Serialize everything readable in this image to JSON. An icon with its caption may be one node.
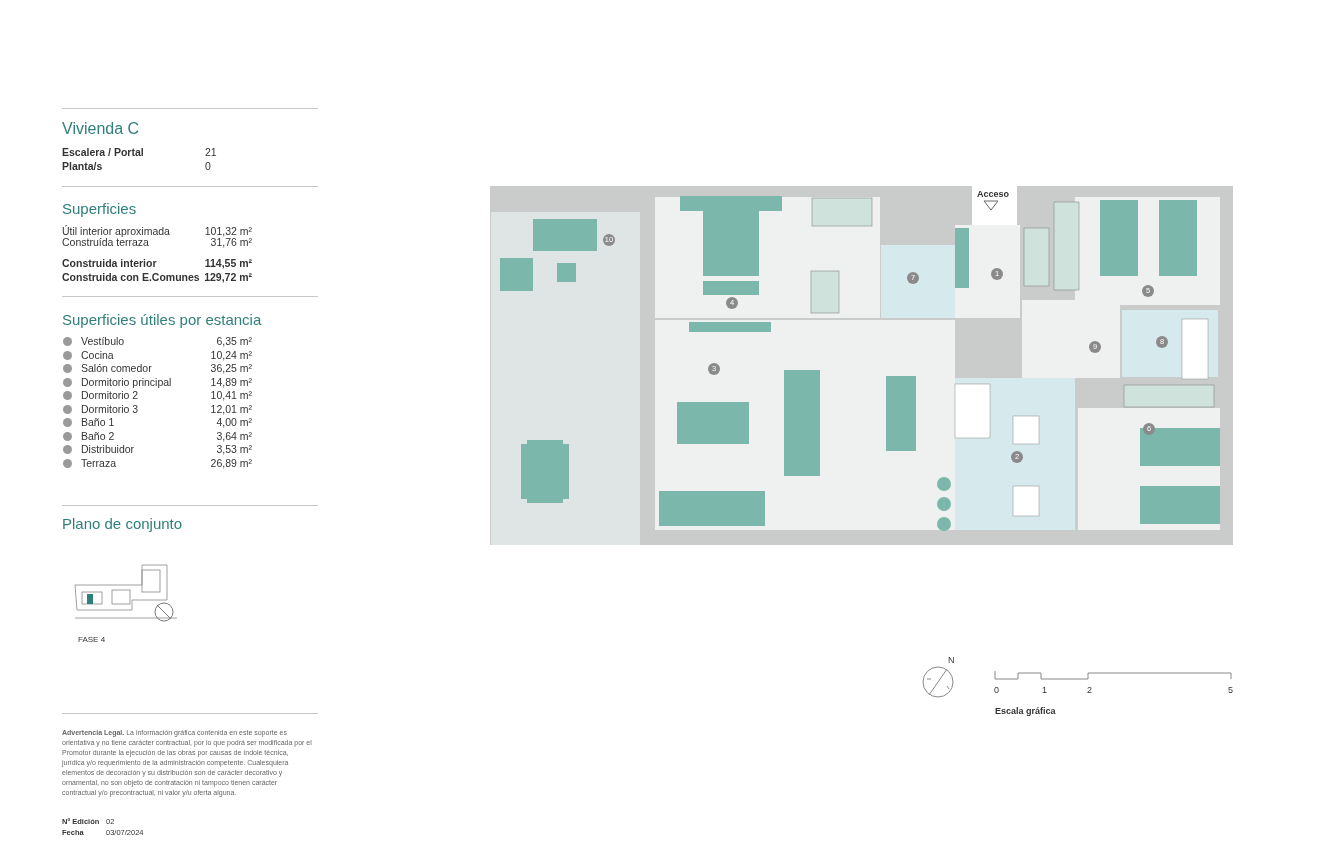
{
  "diagram": {
    "title": "Vivienda C",
    "nodes": [
      {
        "text": [
          "10"
        ]
      },
      {
        "text": [
          "4"
        ]
      },
      {
        "text": [
          "7"
        ]
      },
      {
        "text": [
          "1"
        ]
      },
      {
        "text": [
          "5"
        ]
      },
      {
        "text": [
          "3"
        ]
      },
      {
        "text": [
          "9"
        ]
      },
      {
        "text": [
          "8"
        ]
      },
      {
        "text": [
          "2"
        ]
      },
      {
        "text": [
          "6"
        ]
      }
    ],
    "edges": [],
    "labels": [
      "Escalera / Portal",
      "21",
      "Planta/s",
      "0",
      "Superficies",
      "Útil interior aproximada",
      "101,32 m²",
      "Construída terraza",
      "31,76 m²",
      "Construida interior",
      "114,55 m²",
      "Construida con E.Comunes",
      "129,72 m²",
      "Superficies útiles por estancia",
      "Vestíbulo",
      "6,35 m²",
      "Cocina",
      "10,24 m²",
      "Salón comedor",
      "36,25 m²",
      "Dormitorio principal",
      "14,89 m²",
      "Dormitorio 2",
      "10,41 m²",
      "Dormitorio 3",
      "12,01 m²",
      "Baño 1",
      "4,00 m²",
      "Baño 2",
      "3,64 m²",
      "Distribuidor",
      "3,53 m²",
      "Terraza",
      "26,89 m²",
      "Plano de conjunto",
      "FASE 4",
      "Acceso",
      "0",
      "1",
      "2",
      "5",
      "Escala gráfica",
      "N",
      "**Advertencia Legal.** La información gráfica contenida en este soporte es orientativa y no tiene carácter contractual, por lo que podrá ser modificada por el Promotor durante la ejecución de las obras por causas de índole técnica, jurídica y/o requerimiento de la administración competente. Cualesquiera elementos de decoración y su distribución son de carácter decorativo y ornamental, no son objeto de contratación ni tampoco tienen carácter contractual y/o precontractual, ni valor y/u oferta alguna.",
      "Nº Edición",
      "02",
      "Fecha",
      "03/07/2024"
    ]
  }
}
